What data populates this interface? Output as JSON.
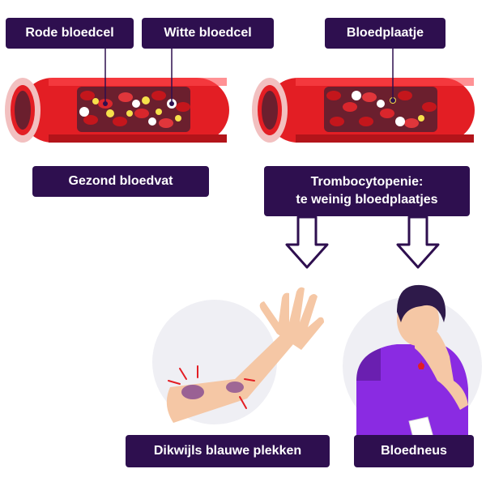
{
  "labels": {
    "red_cell": "Rode bloedcel",
    "white_cell": "Witte bloedcel",
    "platelet": "Bloedplaatje",
    "healthy_vessel": "Gezond bloedvat",
    "condition_line1": "Trombocytopenie:",
    "condition_line2": "te weinig bloedplaatjes",
    "bruises": "Dikwijls blauwe plekken",
    "nosebleed": "Bloedneus"
  },
  "colors": {
    "label_bg": "#2e0f4f",
    "vessel_red": "#e31e24",
    "vessel_dark": "#b3141a",
    "vessel_inner": "#6b1f2e",
    "skin": "#f5c7a5",
    "shirt": "#8a2be2",
    "bruise": "#7b3f8f",
    "hair": "#2e1a4a"
  }
}
